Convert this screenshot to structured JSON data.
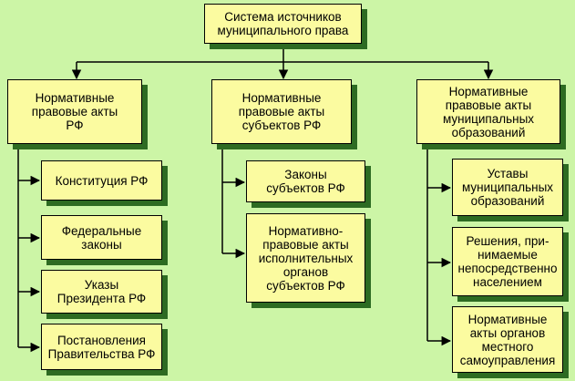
{
  "root": {
    "label": "Система источников\nмуниципального права"
  },
  "columns": [
    {
      "header": "Нормативные\nправовые акты\nРФ",
      "items": [
        "Конституция РФ",
        "Федеральные\nзаконы",
        "Указы\nПрезидента РФ",
        "Постановления\nПравительства РФ"
      ]
    },
    {
      "header": "Нормативные\nправовые акты\nсубъектов РФ",
      "items": [
        "Законы\nсубъектов РФ",
        "Нормативно-\nправовые акты\nисполнительных\nорганов\nсубъектов РФ"
      ]
    },
    {
      "header": "Нормативные\nправовые акты\nмуниципальных\nобразований",
      "items": [
        "Уставы\nмуниципальных\nобразований",
        "Решения, при-\nнимаемые\nнепосредственно\nнаселением",
        "Нормативные\nакты органов\nместного\nсамоуправления"
      ]
    }
  ]
}
